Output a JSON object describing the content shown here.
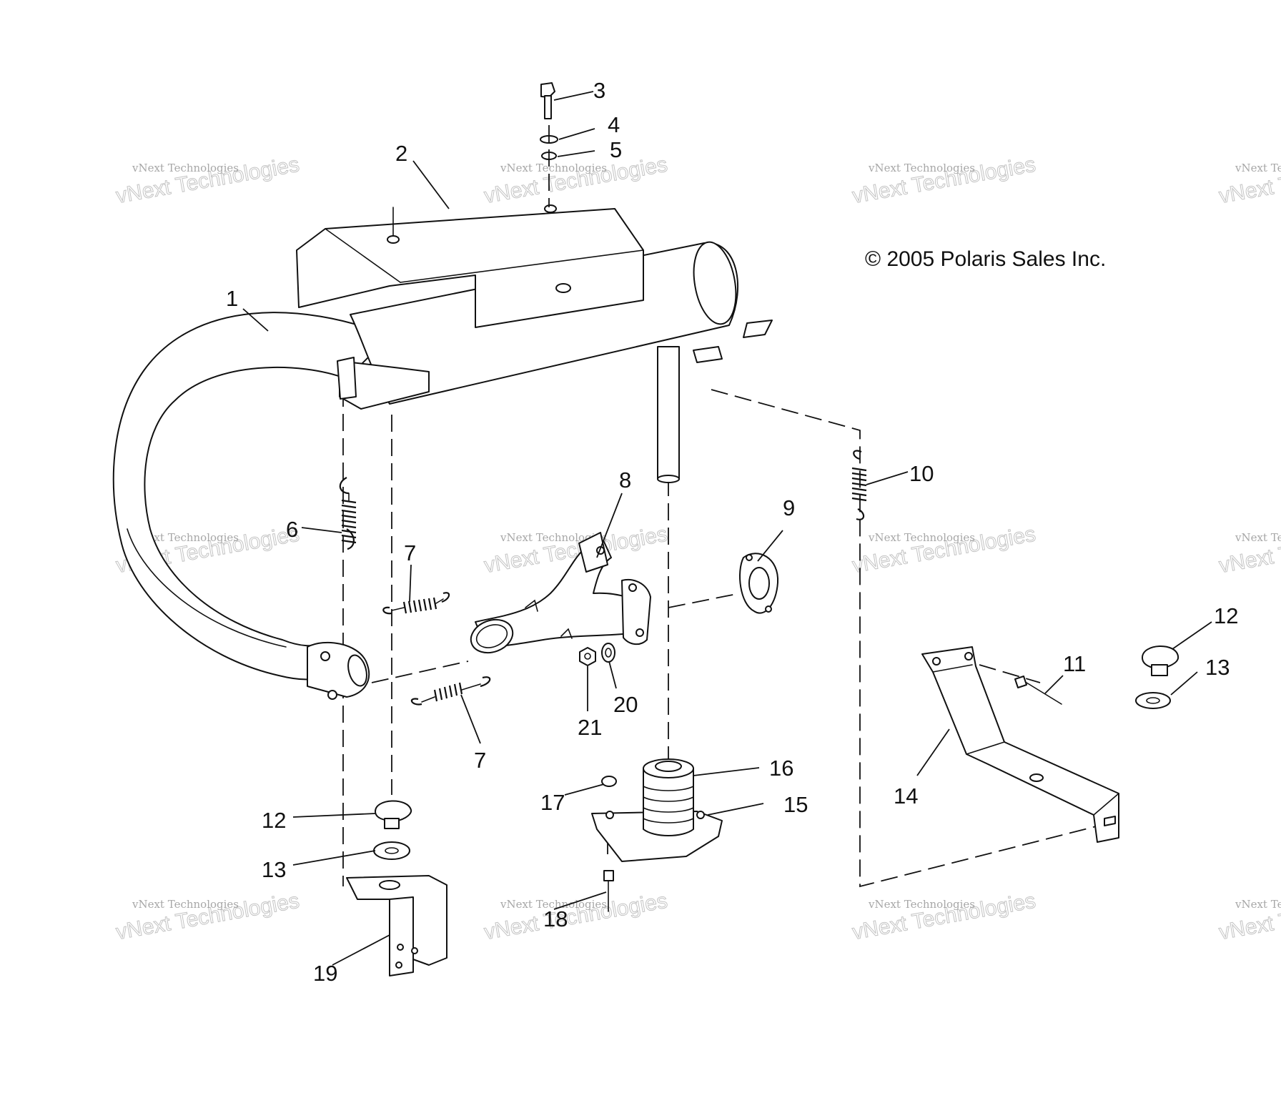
{
  "copyright": "© 2005 Polaris Sales Inc.",
  "watermark": {
    "line1": "vNext Technologies",
    "line2": "vNext Technologies"
  },
  "callouts": [
    "1",
    "2",
    "3",
    "4",
    "5",
    "6",
    "7",
    "7",
    "8",
    "9",
    "10",
    "11",
    "12",
    "12",
    "13",
    "13",
    "14",
    "15",
    "16",
    "17",
    "18",
    "19",
    "20",
    "21"
  ],
  "colors": {
    "line": "#111111",
    "watermark": "#9a9a9a",
    "background": "#ffffff"
  }
}
